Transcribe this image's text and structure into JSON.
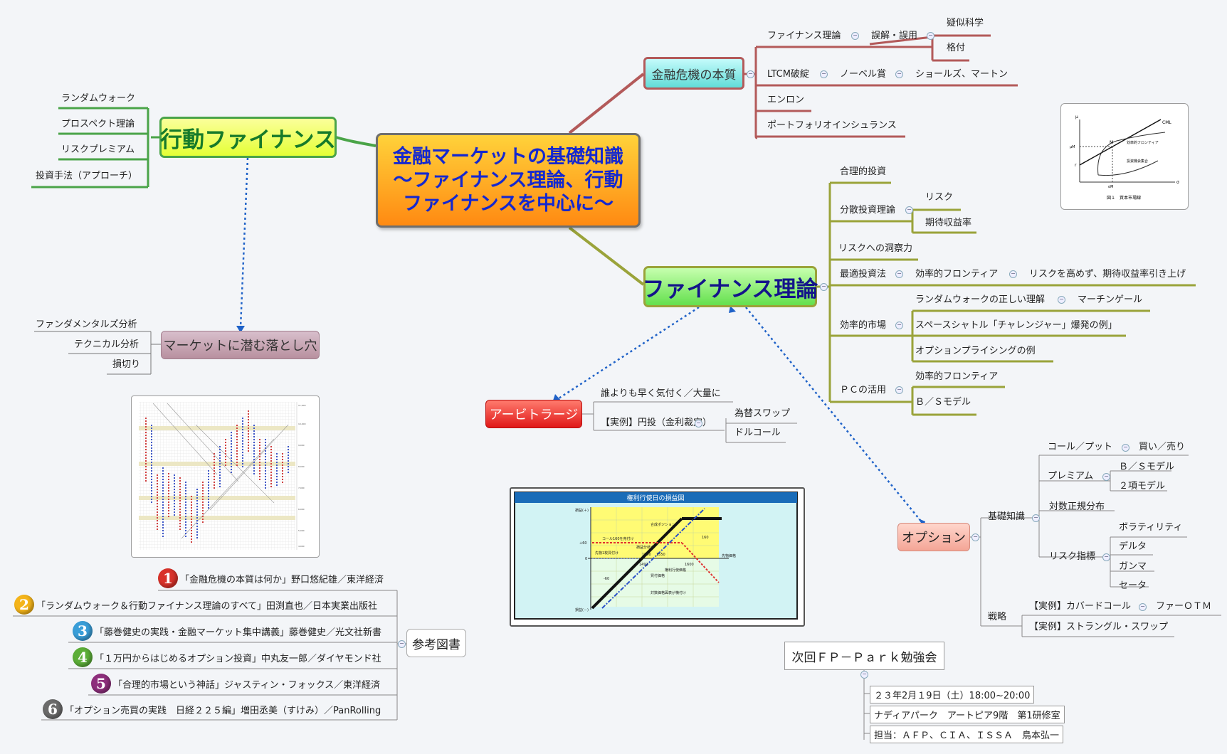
{
  "central": {
    "lines": [
      "金融マーケットの基礎知識",
      "～ファイナンス理論、行動",
      "ファイナンスを中心に～"
    ]
  },
  "behavioral": {
    "title": "行動ファイナンス",
    "items": [
      "ランダムウォーク",
      "プロスペクト理論",
      "リスクプレミアム",
      "投資手法（アプローチ）"
    ]
  },
  "pitfall": {
    "title": "マーケットに潜む落とし穴",
    "items": [
      "ファンダメンタルズ分析",
      "テクニカル分析",
      "損切り"
    ]
  },
  "crisis": {
    "title": "金融危機の本質",
    "items": [
      "ファイナンス理論",
      "誤解・誤用",
      "疑似科学",
      "格付",
      "LTCM破綻",
      "ノーベル賞",
      "ショールズ、マートン",
      "エンロン",
      "ポートフォリオインシュランス"
    ]
  },
  "finance": {
    "title": "ファイナンス理論",
    "items": [
      "合理的投資",
      "分散投資理論",
      "リスク",
      "期待収益率",
      "リスクへの洞察力",
      "最適投資法",
      "効率的フロンティア",
      "リスクを高めず、期待収益率引き上げ",
      "効率的市場",
      "ランダムウォークの正しい理解",
      "マーチンゲール",
      "スペースシャトル「チャレンジャー」爆発の例」",
      "オプションプライシングの例",
      "ＰＣの活用",
      "効率的フロンティア",
      "Ｂ／Ｓモデル"
    ]
  },
  "arbitrage": {
    "title": "アービトラージ",
    "items": [
      "誰よりも早く気付く／大量に",
      "【実例】円投（金利裁定）",
      "為替スワップ",
      "ドルコール"
    ]
  },
  "option": {
    "title": "オプション",
    "items": [
      "基礎知識",
      "コール／プット",
      "買い／売り",
      "プレミアム",
      "Ｂ／Ｓモデル",
      "２項モデル",
      "対数正規分布",
      "リスク指標",
      "ボラティリティ",
      "デルタ",
      "ガンマ",
      "セータ",
      "戦略",
      "【実例】カバードコール",
      "ファーＯＴＭ",
      "【実例】ストラングル・スワップ"
    ]
  },
  "references": {
    "title": "参考図書",
    "books": [
      {
        "num": "1",
        "color": "#d8322a",
        "text": "「金融危機の本質は何か」野口悠紀雄／東洋経済"
      },
      {
        "num": "2",
        "color": "#f4b41a",
        "text": "「ランダムウォーク＆行動ファイナンス理論のすべて」田渕直也／日本実業出版社"
      },
      {
        "num": "3",
        "color": "#3a9ed8",
        "text": "「藤巻健史の実践・金融マーケット集中講義」藤巻健史／光文社新書"
      },
      {
        "num": "4",
        "color": "#5cae38",
        "text": "「１万円からはじめるオプション投資」中丸友一郎／ダイヤモンド社"
      },
      {
        "num": "5",
        "color": "#8e2f7c",
        "text": "「合理的市場という神話」ジャスティン・フォックス／東洋経済"
      },
      {
        "num": "6",
        "color": "#6b6b6b",
        "text": "「オプション売買の実践　日経２２５編」増田丞美（すけみ）／PanRolling"
      }
    ]
  },
  "next": {
    "title": "次回ＦＰ－Ｐａｒｋ勉強会",
    "items": [
      "２３年2月１9日（土）18:00~20:00",
      "ナディアパーク　アートピア9階　第1研修室",
      "担当：ＡＦＰ、ＣＩＡ、ＩＳＳＡ　鳥本弘一"
    ]
  },
  "cml_figure": {
    "labels": [
      "μ",
      "σ",
      "CML",
      "M",
      "r",
      "μM",
      "σM",
      "効率的フロンティア",
      "投資機会集合",
      "図１　資本市場線"
    ]
  },
  "payoff_figure": {
    "title": "権利行使日の損益図",
    "labels": [
      "損益(＋)",
      "損益(－)",
      "合成ポジション",
      "コール160を売付け",
      "損益分岐点",
      "先物1枚買付け",
      "+60",
      "-60",
      "0",
      "1500",
      "1550",
      "1492",
      "1600",
      "160",
      "権利行使価格",
      "買付価格",
      "先物価格",
      "対数価格図表が横付け"
    ]
  }
}
